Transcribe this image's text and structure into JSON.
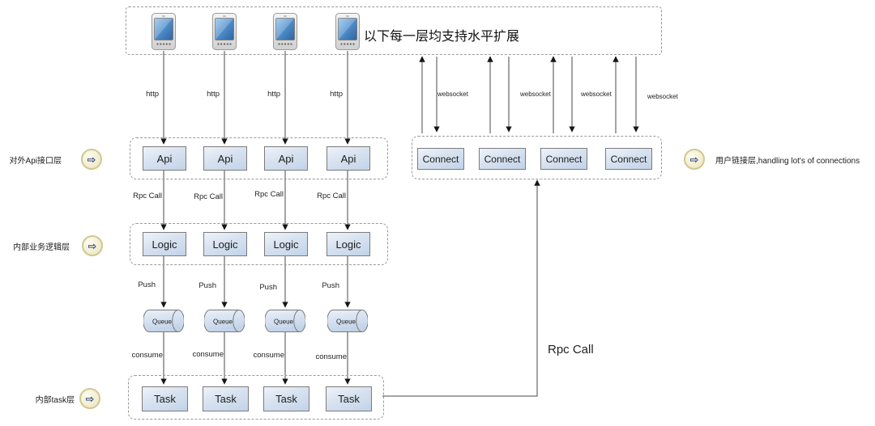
{
  "diagram_title": "以下每一层均支持水平扩展",
  "clients": {
    "icon": "smartphone-icon",
    "count": 4
  },
  "edges": {
    "http": "http",
    "websocket": "websocket",
    "rpc_call": "Rpc Call",
    "push": "Push",
    "consume": "consume",
    "task_to_connect": "Rpc Call"
  },
  "layers": {
    "api": {
      "row_label": "对外Api接口层",
      "boxes": [
        "Api",
        "Api",
        "Api",
        "Api"
      ]
    },
    "connect": {
      "row_label": "用户链接层,handling lot's of connections",
      "boxes": [
        "Connect",
        "Connect",
        "Connect",
        "Connect"
      ]
    },
    "logic": {
      "row_label": "内部业务逻辑层",
      "boxes": [
        "Logic",
        "Logic",
        "Logic",
        "Logic"
      ]
    },
    "queue": {
      "boxes": [
        "Queue",
        "Queue",
        "Queue",
        "Queue"
      ]
    },
    "task": {
      "row_label": "内部task层",
      "boxes": [
        "Task",
        "Task",
        "Task",
        "Task"
      ]
    }
  },
  "badges": {
    "arrow_glyph": "⇨"
  },
  "colors": {
    "node_fill_top": "#eef3fa",
    "node_fill_bottom": "#c2d3e8",
    "node_border": "#7b7b7b",
    "dashed_border": "#999999",
    "connector_line": "#4a4a4a",
    "badge_ring": "#cfc98f",
    "badge_fill": "#f7f2da",
    "badge_arrow": "#23406e",
    "phone_screen_blue": "#4e8cc8"
  }
}
